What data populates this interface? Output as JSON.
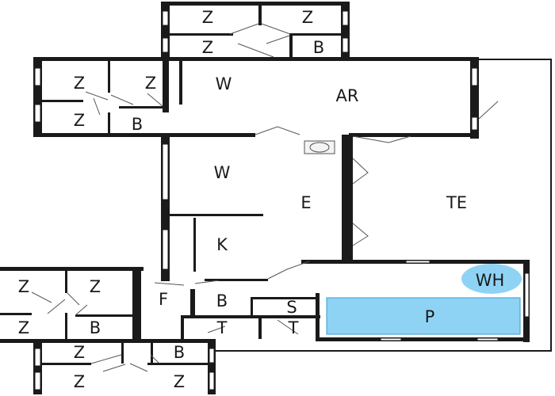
{
  "rooms": {
    "z1": "Z",
    "z2": "Z",
    "z3": "Z",
    "b1": "B",
    "z4": "Z",
    "z5": "Z",
    "z6": "Z",
    "b2": "B",
    "w1": "W",
    "ar": "AR",
    "w2": "W",
    "e": "E",
    "te": "TE",
    "k": "K",
    "z7": "Z",
    "z8": "Z",
    "z9": "Z",
    "b3": "B",
    "f": "F",
    "b4": "B",
    "s": "S",
    "wh": "WH",
    "p": "P",
    "t1": "T",
    "t2": "T",
    "z10": "Z",
    "b5": "B",
    "z11": "Z",
    "z12": "Z"
  },
  "colors": {
    "pool": "#8fd3f4",
    "whirlpool": "#8fd3f4",
    "wall": "#1a1a1a"
  }
}
